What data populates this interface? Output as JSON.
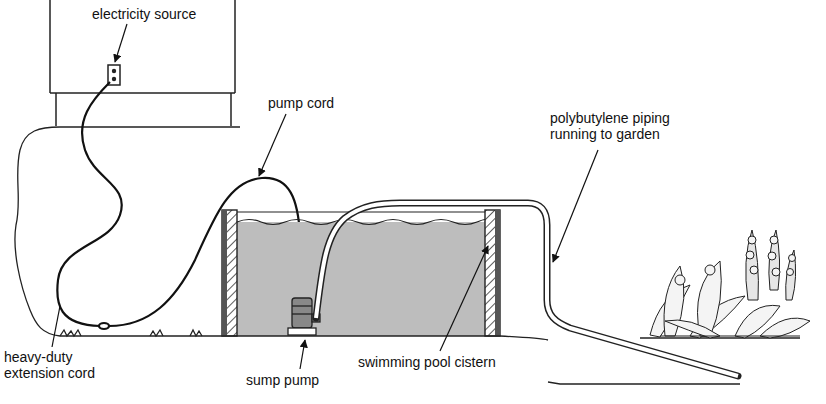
{
  "diagram": {
    "labels": [
      "electricity source",
      "pump cord",
      "polybutylene piping running to garden",
      "heavy-duty extension cord",
      "sump pump",
      "swimming pool cistern"
    ]
  }
}
